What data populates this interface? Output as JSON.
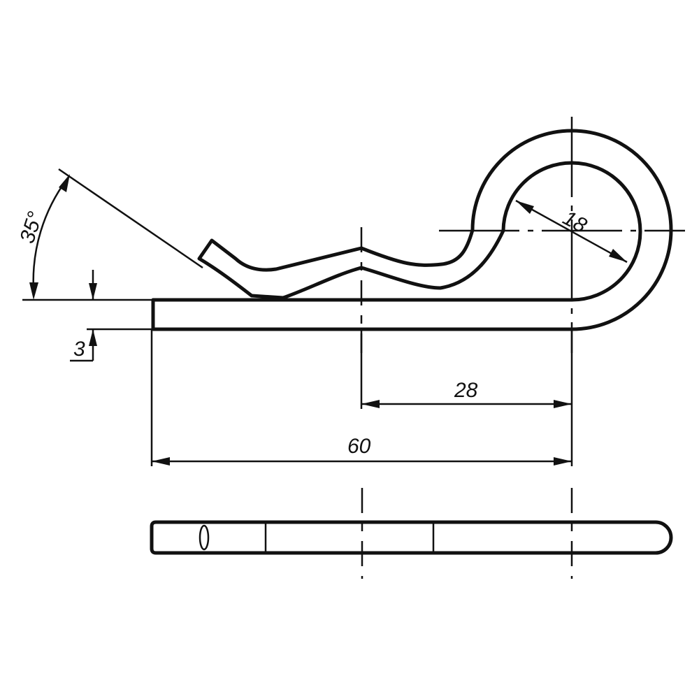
{
  "dimensions": {
    "angle_label": "35°",
    "thickness_label": "3",
    "loop_diameter_label": "18",
    "offset_label": "28",
    "overall_length_label": "60"
  },
  "colors": {
    "line": "#111111",
    "background": "#ffffff"
  }
}
